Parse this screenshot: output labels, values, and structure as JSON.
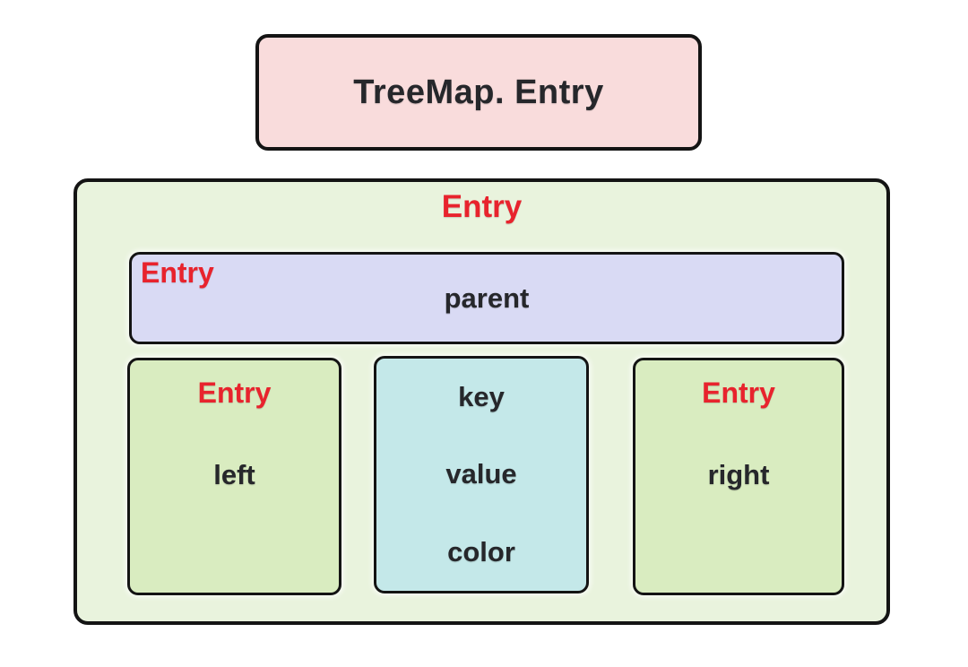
{
  "diagram": {
    "title_box": {
      "label": "TreeMap. Entry"
    },
    "outer_box": {
      "label": "Entry"
    },
    "parent_box": {
      "label": "Entry",
      "field": "parent"
    },
    "left_box": {
      "label": "Entry",
      "field": "left"
    },
    "middle_box": {
      "fields": [
        "key",
        "value",
        "color"
      ]
    },
    "right_box": {
      "label": "Entry",
      "field": "right"
    },
    "colors": {
      "title_bg": "#f9dcdc",
      "outer_bg": "#e9f3dd",
      "parent_bg": "#d9daf4",
      "child_green_bg": "#d9ecc0",
      "middle_cyan_bg": "#c4e8e9",
      "red_label": "#e8232d",
      "dark_text": "#26272b",
      "border": "#141414"
    }
  }
}
